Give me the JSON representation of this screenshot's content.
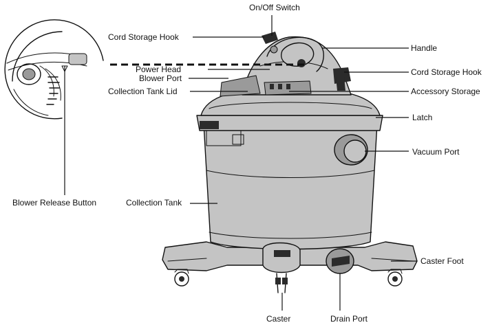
{
  "labels": {
    "on_off_switch": "On/Off Switch",
    "cord_storage_hook_left": "Cord Storage Hook",
    "handle": "Handle",
    "power_head": "Power Head",
    "blower_port": "Blower Port",
    "cord_storage_hook_right": "Cord Storage Hook",
    "collection_tank_lid": "Collection Tank Lid",
    "accessory_storage": "Accessory Storage",
    "latch": "Latch",
    "vacuum_port": "Vacuum Port",
    "blower_release_button": "Blower Release Button",
    "collection_tank": "Collection Tank",
    "caster_foot": "Caster Foot",
    "caster": "Caster",
    "drain_port": "Drain Port"
  },
  "icons": {
    "vacuum": "shop-vacuum-illustration",
    "detail_circle": "blower-release-detail-icon"
  }
}
